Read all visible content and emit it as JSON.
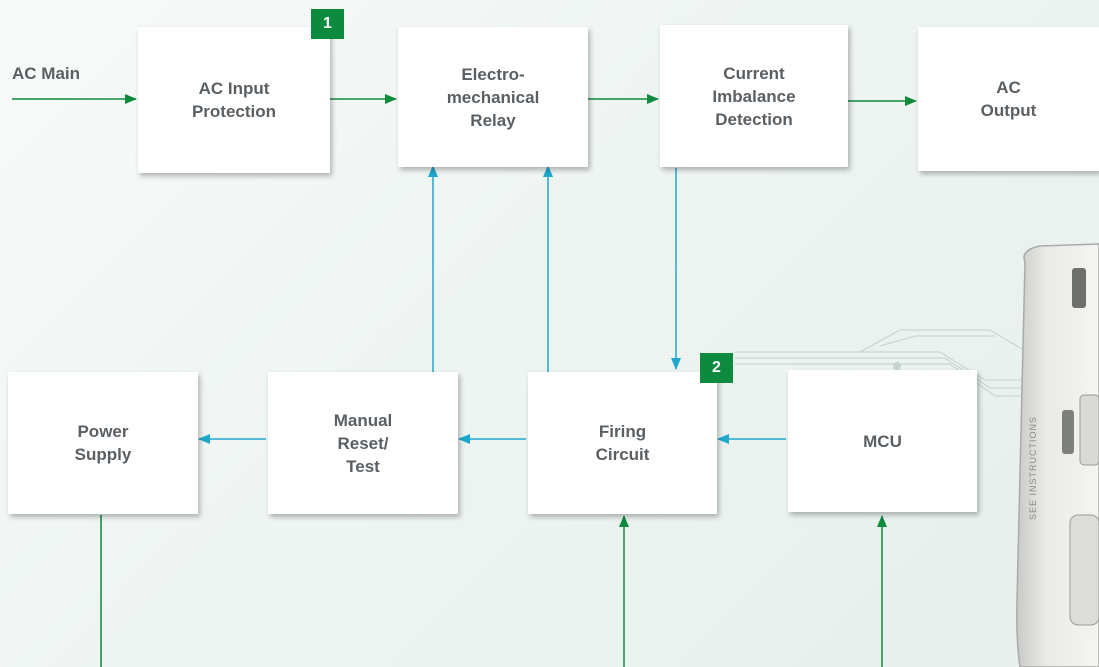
{
  "input_label": "AC Main",
  "boxes": {
    "ac_input_protection": "AC Input\nProtection",
    "relay": "Electro-\nmechanical\nRelay",
    "current_imbalance": "Current\nImbalance\nDetection",
    "ac_output": "AC\nOutput",
    "power_supply": "Power\nSupply",
    "manual_reset": "Manual\nReset/\nTest",
    "firing_circuit": "Firing\nCircuit",
    "mcu": "MCU"
  },
  "badges": {
    "one": "1",
    "two": "2"
  },
  "colors": {
    "ac_path": "#0c8a3e",
    "signal_path": "#1fa8cc",
    "badge": "#0c8a3e",
    "box_text": "#5a5f63"
  },
  "decor": {
    "outlet_label": "SEE INSTRUCTIONS"
  }
}
